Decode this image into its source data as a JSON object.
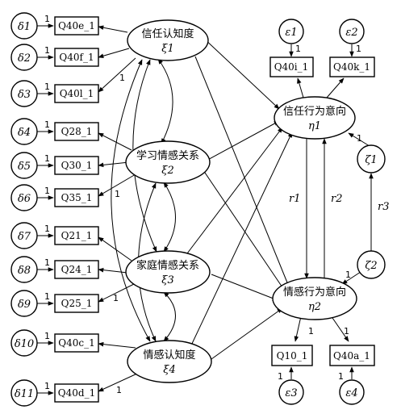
{
  "errors_delta": [
    "δ1",
    "δ2",
    "δ3",
    "δ4",
    "δ5",
    "δ6",
    "δ7",
    "δ8",
    "δ9",
    "δ10",
    "δ11"
  ],
  "errors_eps": [
    "ε1",
    "ε2",
    "ε3",
    "ε4"
  ],
  "indicators_left": [
    "Q40e_1",
    "Q40f_1",
    "Q40l_1",
    "Q28_1",
    "Q30_1",
    "Q35_1",
    "Q21_1",
    "Q24_1",
    "Q25_1",
    "Q40c_1",
    "Q40d_1"
  ],
  "indicators_right": [
    "Q40i_1",
    "Q40k_1",
    "Q10_1",
    "Q40a_1"
  ],
  "latent_exogenous": [
    {
      "name": "信任认知度",
      "sym": "ξ1"
    },
    {
      "name": "学习情感关系",
      "sym": "ξ2"
    },
    {
      "name": "家庭情感关系",
      "sym": "ξ3"
    },
    {
      "name": "情感认知度",
      "sym": "ξ4"
    }
  ],
  "latent_endogenous": [
    {
      "name": "信任行为意向",
      "sym": "η1"
    },
    {
      "name": "情感行为意向",
      "sym": "η2"
    }
  ],
  "disturbances": [
    "ζ1",
    "ζ2"
  ],
  "paths": {
    "r1": "r1",
    "r2": "r2",
    "r3": "r3"
  },
  "fixed_loading": "1"
}
